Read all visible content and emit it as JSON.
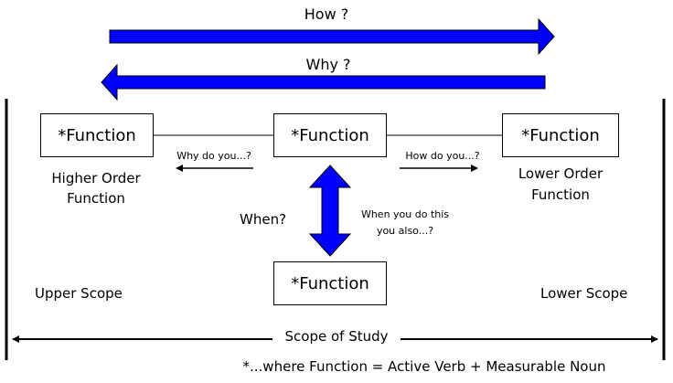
{
  "top_arrows": {
    "how_label": "How ?",
    "why_label": "Why ?"
  },
  "boxes": {
    "left": "*Function",
    "center": "*Function",
    "right": "*Function",
    "bottom": "*Function"
  },
  "labels": {
    "higher_order_line1": "Higher Order",
    "higher_order_line2": "Function",
    "lower_order_line1": "Lower Order",
    "lower_order_line2": "Function",
    "why_do_you": "Why do you...?",
    "how_do_you": "How do you...?",
    "when": "When?",
    "when_you_do_line1": "When you do this",
    "when_you_do_line2": "you also...?",
    "upper_scope": "Upper Scope",
    "lower_scope": "Lower Scope",
    "scope_of_study": "Scope of Study",
    "footnote": "*...where Function = Active Verb + Measurable Noun"
  },
  "colors": {
    "arrow_blue": "#0000ff",
    "line": "#000000",
    "background": "#ffffff"
  }
}
